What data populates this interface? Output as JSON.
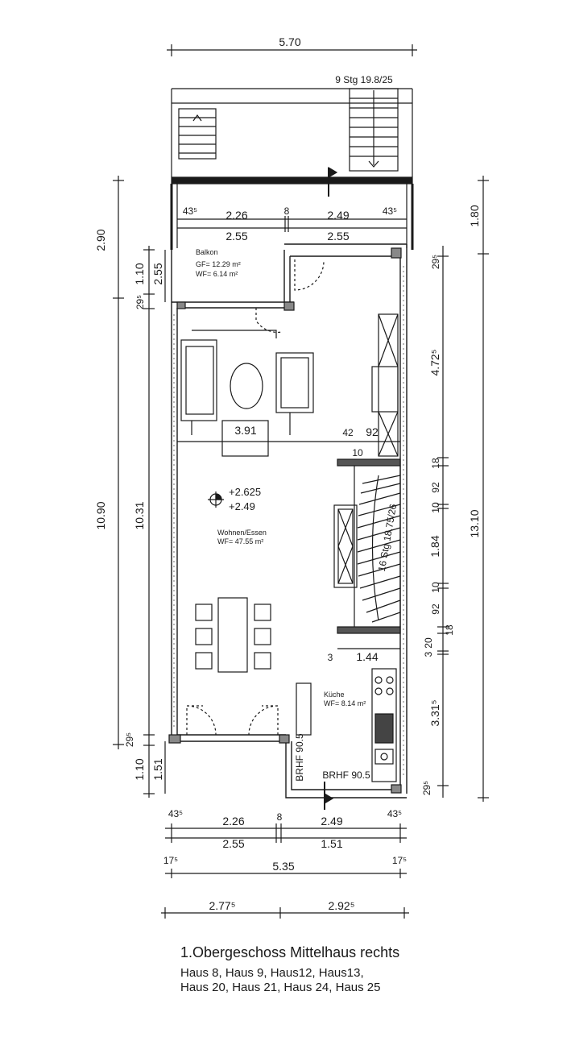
{
  "stairs_top": "9 Stg 19.8/25",
  "stairs_inner": "16 Stg 18.75/26",
  "rooms": {
    "balkon": {
      "name": "Balkon",
      "gf": "GF= 12.29 m²",
      "wf": "WF= 6.14 m²"
    },
    "wohnen": {
      "name": "Wohnen/Essen",
      "wf": "WF= 47.55 m²"
    },
    "kueche": {
      "name": "Küche",
      "wf": "WF= 8.14 m²"
    }
  },
  "levels": {
    "upper": "+2.625",
    "lower": "+2.49"
  },
  "brhf": {
    "left": "BRHF 90.5",
    "right": "BRHF 90.5"
  },
  "dims": {
    "top_total": "5.70",
    "bal_43": "43⁵",
    "bal_226": "2.26",
    "bal_8": "8",
    "bal_249": "2.49",
    "bal_43r": "43⁵",
    "bal_255a": "2.55",
    "bal_255b": "2.55",
    "table_391": "3.91",
    "d_42": "42",
    "d_92": "92",
    "d_10": "10",
    "d_3": "3",
    "d_144": "1.44",
    "bot_43": "43⁵",
    "bot_226": "2.26",
    "bot_8": "8",
    "bot_249": "2.49",
    "bot_43r": "43⁵",
    "bot_255": "2.55",
    "bot_151": "1.51",
    "bot_17": "17⁵",
    "bot_535": "5.35",
    "bot_17r": "17⁵",
    "bot_277": "2.77⁵",
    "bot_292": "2.92⁵",
    "left_290": "2.90",
    "left_110": "1.10",
    "left_255": "2.55",
    "left_29": "29⁵",
    "left_1090": "10.90",
    "left_1031": "10.31",
    "left_29b": "29⁵",
    "left_110b": "1.10",
    "left_151": "1.51",
    "right_180": "1.80",
    "right_1310": "13.10",
    "r_29a": "29⁵",
    "r_472": "4.72⁵",
    "r_18a": "18",
    "r_92a": "92",
    "r_10a": "10",
    "r_184": "1.84",
    "r_10b": "10",
    "r_92b": "92",
    "r_20": "20",
    "r_3": "3",
    "r_18b": "18",
    "r_331": "3.31⁵",
    "r_29b": "29⁵"
  },
  "caption": {
    "title": "1.Obergeschoss Mittelhaus rechts",
    "line1": "Haus  8, Haus  9, Haus12, Haus13,",
    "line2": "Haus 20, Haus 21, Haus 24, Haus 25"
  }
}
